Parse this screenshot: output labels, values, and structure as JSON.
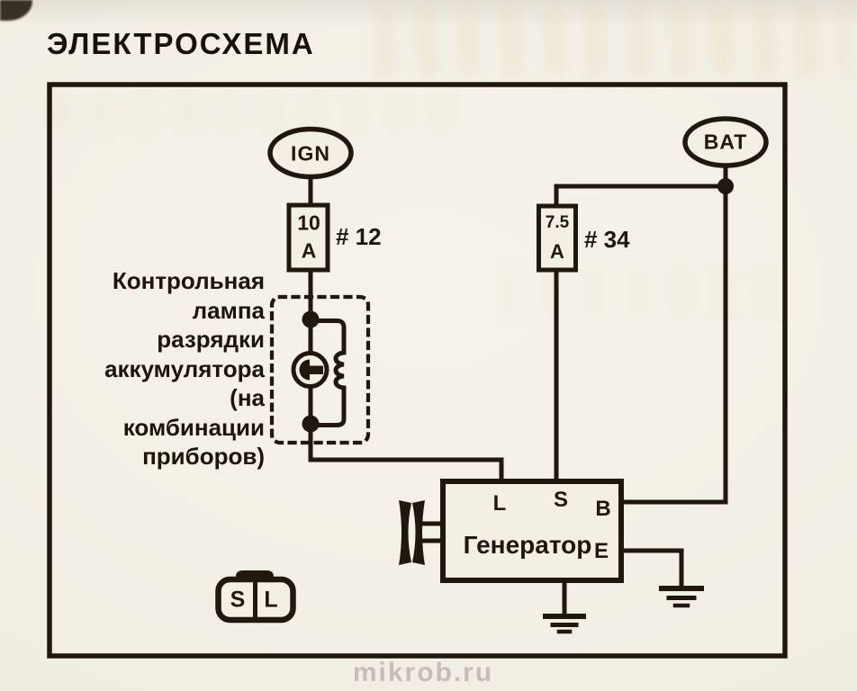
{
  "page": {
    "title": "ЭЛЕКТРОСХЕМА",
    "watermark": "mikrob.ru"
  },
  "schematic": {
    "power_sources": {
      "ignition": "IGN",
      "battery": "BAT"
    },
    "fuses": {
      "fuse_12": {
        "amps": "10",
        "unit": "A",
        "ref": "# 12"
      },
      "fuse_34": {
        "amps": "7.5",
        "unit": "A",
        "ref": "# 34"
      }
    },
    "warning_lamp_caption": [
      "Контрольная",
      "лампа",
      "разрядки",
      "аккумулятора",
      "(на",
      "комбинации",
      "приборов)"
    ],
    "generator": {
      "label": "Генератор",
      "terminals": {
        "l": "L",
        "s": "S",
        "b": "B",
        "e": "E"
      }
    },
    "connector": {
      "left": "S",
      "right": "L"
    },
    "colors": {
      "ink": "#20180e",
      "paper": "#f3efe5"
    }
  }
}
